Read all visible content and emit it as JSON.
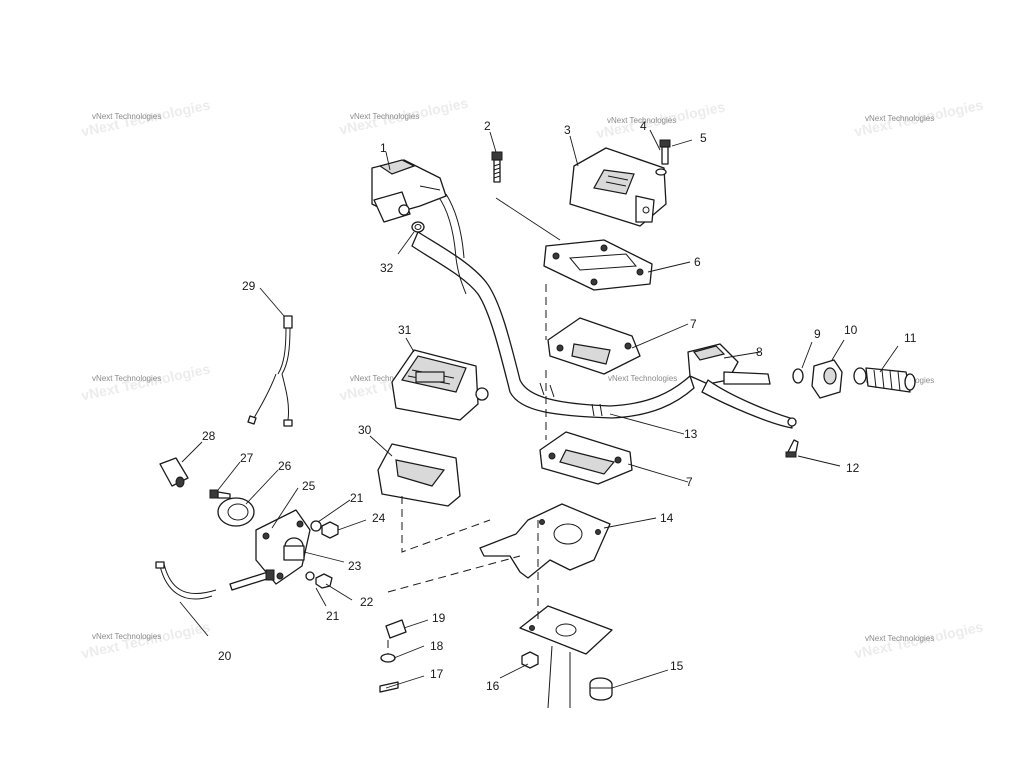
{
  "watermark": "vNext Technologies",
  "watermarks": [
    {
      "text": "vNext Technologies"
    },
    {
      "text": "vNext Technologies"
    },
    {
      "text": "vNext Technologies"
    },
    {
      "text": "vNext Technologies"
    },
    {
      "text": "vNext Technologies"
    },
    {
      "text": "vNext Technologies"
    },
    {
      "text": "vNext Technologies"
    },
    {
      "text": "vNext Technologies"
    },
    {
      "text": "vNext Technologies"
    },
    {
      "text": "vNext Technologies"
    }
  ],
  "callouts": {
    "c1": "1",
    "c2": "2",
    "c3": "3",
    "c4": "4",
    "c5": "5",
    "c6": "6",
    "c7a": "7",
    "c7b": "7",
    "c8": "8",
    "c9": "9",
    "c10": "10",
    "c11": "11",
    "c12": "12",
    "c13": "13",
    "c14": "14",
    "c15": "15",
    "c16": "16",
    "c17": "17",
    "c18": "18",
    "c19": "19",
    "c20": "20",
    "c21a": "21",
    "c21b": "21",
    "c22": "22",
    "c23": "23",
    "c24": "24",
    "c25": "25",
    "c26": "26",
    "c27": "27",
    "c28": "28",
    "c29": "29",
    "c30": "30",
    "c31": "31",
    "c32": "32"
  }
}
